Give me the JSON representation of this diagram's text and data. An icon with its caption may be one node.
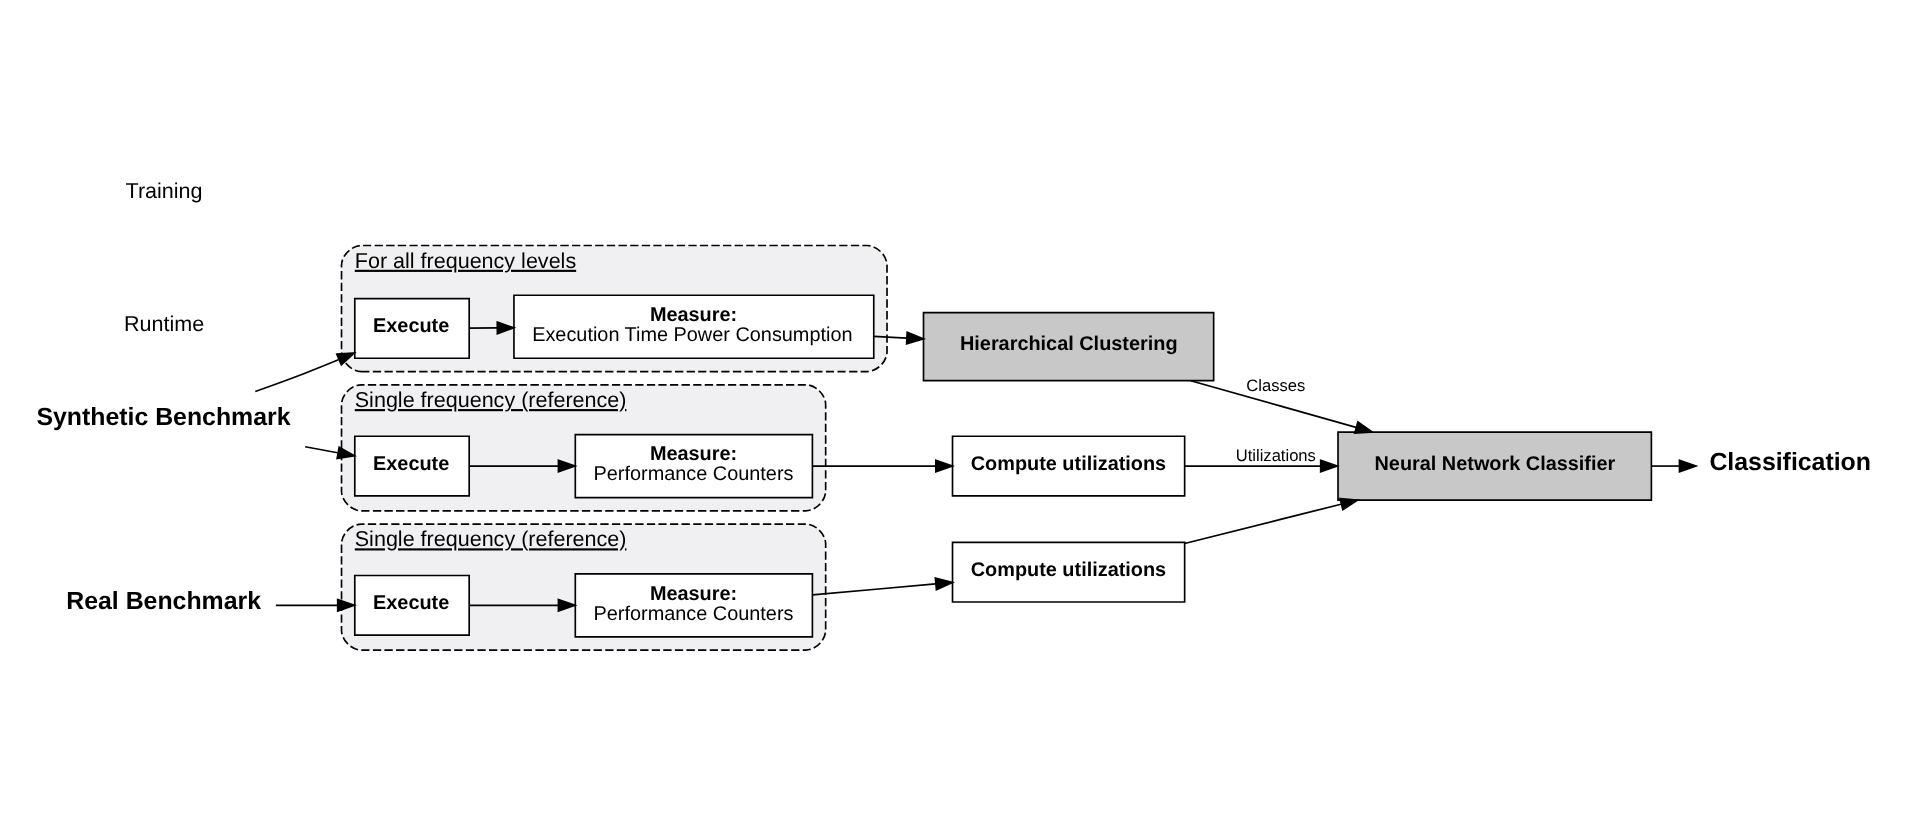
{
  "diagram": {
    "nodes": [
      {
        "text": [
          "Synthetic Benchmark"
        ]
      },
      {
        "text": [
          "For all frequency levels"
        ]
      },
      {
        "text": [
          "Execute"
        ],
        "in": 1
      },
      {
        "text": [
          "Measure:",
          "Execution Time Power Consumption"
        ],
        "in": 1
      },
      {
        "text": [
          "Hierarchical Clustering"
        ]
      },
      {
        "text": [
          "Single frequency (reference)"
        ]
      },
      {
        "text": [
          "Execute"
        ],
        "in": 5
      },
      {
        "text": [
          "Measure:",
          "Performance Counters"
        ],
        "in": 5
      },
      {
        "text": [
          "Compute utilizations"
        ]
      },
      {
        "text": [
          "Neural Network Classifier"
        ]
      },
      {
        "text": [
          "Real Benchmark"
        ]
      },
      {
        "text": [
          "Single frequency (reference)"
        ]
      },
      {
        "text": [
          "Execute"
        ],
        "in": 11
      },
      {
        "text": [
          "Measure:",
          "Performance Counters"
        ],
        "in": 11
      },
      {
        "text": [
          "Compute utilizations"
        ]
      },
      {
        "text": [
          "Classification"
        ]
      }
    ],
    "edges": [
      {
        "from": 0,
        "to": 2,
        "arrow": "to"
      },
      {
        "from": 0,
        "to": 6,
        "arrow": "to"
      },
      {
        "from": 2,
        "to": 3,
        "arrow": "to"
      },
      {
        "from": 3,
        "to": 4,
        "arrow": "to"
      },
      {
        "from": 6,
        "to": 7,
        "arrow": "to"
      },
      {
        "from": 7,
        "to": 8,
        "arrow": "to"
      },
      {
        "from": 8,
        "to": 9,
        "arrow": "to",
        "label": "Utilizations"
      },
      {
        "from": 4,
        "to": 9,
        "arrow": "to",
        "label": "Classes"
      },
      {
        "from": 10,
        "to": 12,
        "arrow": "to"
      },
      {
        "from": 12,
        "to": 13,
        "arrow": "to"
      },
      {
        "from": 13,
        "to": 14,
        "arrow": "to"
      },
      {
        "from": 14,
        "to": 9,
        "arrow": "to"
      },
      {
        "from": 9,
        "to": 15,
        "arrow": "to"
      }
    ],
    "labels": [
      "Training",
      "Runtime"
    ]
  }
}
